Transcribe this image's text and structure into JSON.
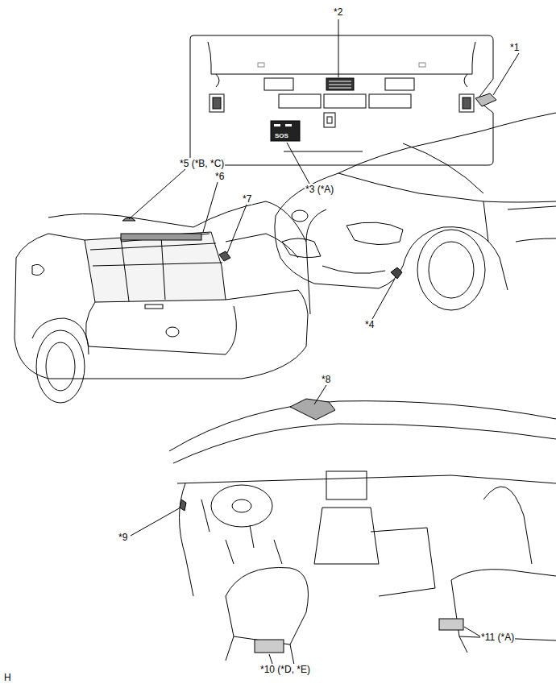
{
  "diagram": {
    "labels": [
      "*1",
      "*2",
      "*3 (*A)",
      "SOS",
      "*5 (*B, *C)",
      "*6",
      "*7",
      "*4",
      "*8",
      "*9",
      "*10 (*D, *E)",
      "*11 (*A)",
      "H"
    ]
  }
}
